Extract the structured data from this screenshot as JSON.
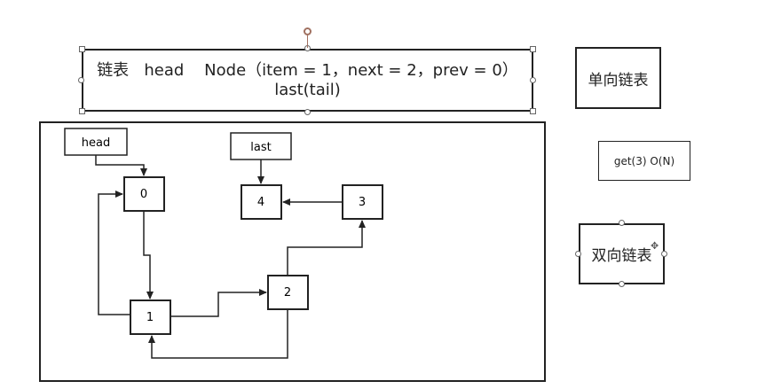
{
  "title_box": {
    "line1": "链表   head    Node（item = 1，next = 2，prev = 0）",
    "line2": "last(tail)"
  },
  "side_boxes": {
    "single_linked_list": "单向链表",
    "get_complexity": "get(3)  O(N)",
    "double_linked_list": "双向链表"
  },
  "diagram": {
    "head_label": "head",
    "last_label": "last",
    "nodes": [
      "0",
      "1",
      "2",
      "3",
      "4"
    ]
  }
}
